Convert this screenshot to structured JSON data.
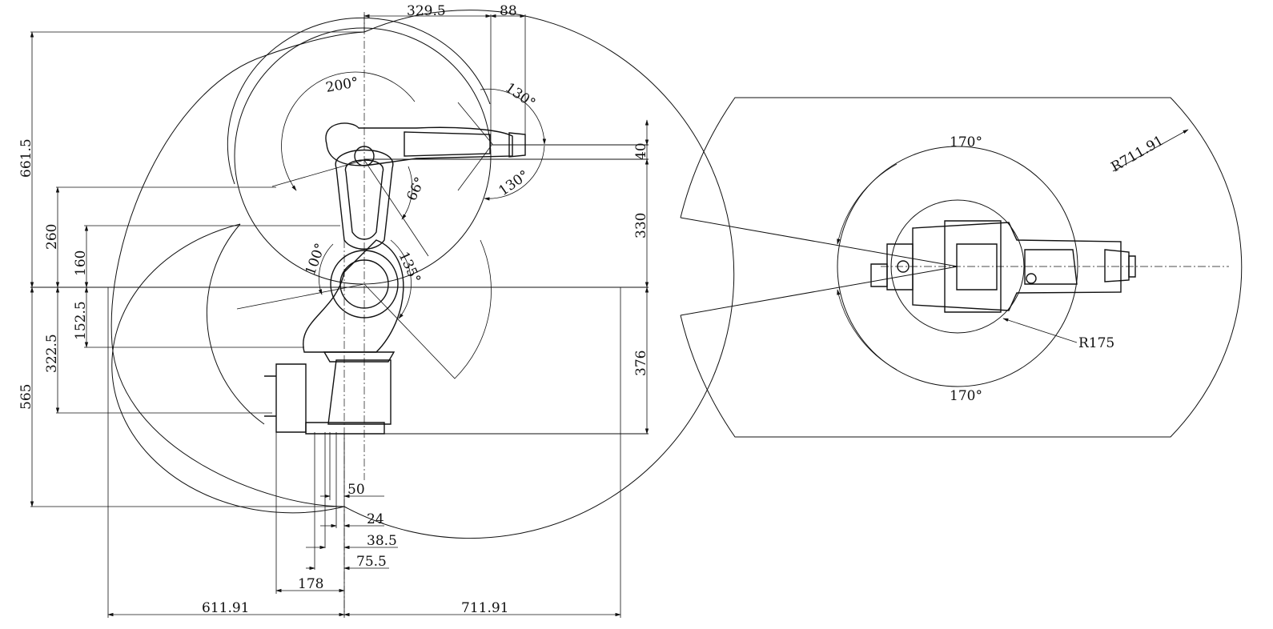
{
  "side_view": {
    "dims_top": [
      "329.5",
      "88"
    ],
    "dims_right": [
      "40",
      "330",
      "376"
    ],
    "dims_left": [
      "661.5",
      "565",
      "260",
      "160",
      "152.5",
      "322.5"
    ],
    "dims_bottom": [
      "611.91",
      "711.91",
      "178",
      "50",
      "24",
      "38.5",
      "75.5"
    ],
    "angles": [
      "200°",
      "130°",
      "130°",
      "66°",
      "100°",
      "135°"
    ]
  },
  "top_view": {
    "angles": [
      "170°",
      "170°"
    ],
    "radii": [
      "R711.91",
      "R175"
    ]
  }
}
